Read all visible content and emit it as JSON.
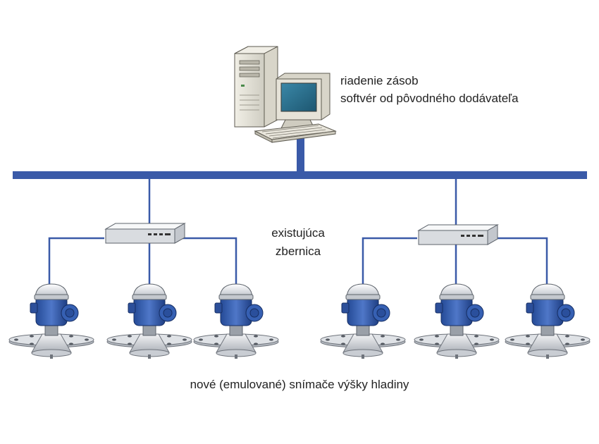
{
  "labels": {
    "computer_line1": "riadenie zásob",
    "computer_line2": "softvér od pôvodného dodávateľa",
    "bus_line1": "existujúca",
    "bus_line2": "zbernica",
    "sensors": "nové (emulované) snímače výšky hladiny"
  },
  "colors": {
    "bus": "#3a5aa8",
    "wire": "#3a5aa8",
    "sensor_body": "#3b63b6",
    "housing": "#e6e8ec",
    "flange": "#c5c9cf"
  }
}
